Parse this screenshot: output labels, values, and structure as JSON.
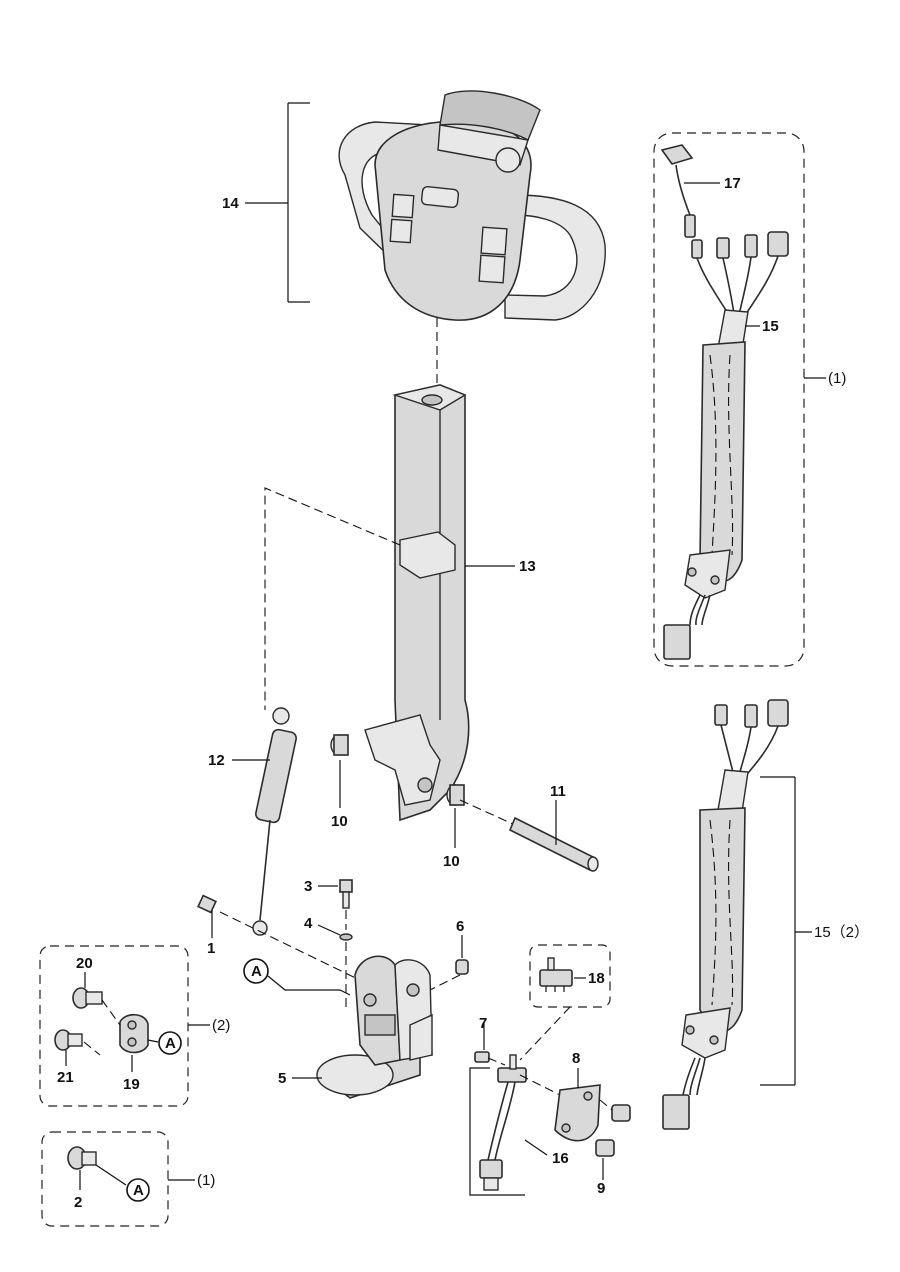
{
  "labels": {
    "p1": "1",
    "p2": "2",
    "p3": "3",
    "p4": "4",
    "p5": "5",
    "p6": "6",
    "p7": "7",
    "p8": "8",
    "p9": "9",
    "p10a": "10",
    "p10b": "10",
    "p11": "11",
    "p12": "12",
    "p13": "13",
    "p14": "14",
    "p15": "15",
    "p15_2": "15（2）",
    "p16": "16",
    "p17": "17",
    "p18": "18",
    "p19": "19",
    "p20": "20",
    "p21": "21",
    "group1_top": "(1)",
    "group2": "(2)",
    "group1_bottom": "(1)",
    "ref_a": "A"
  }
}
